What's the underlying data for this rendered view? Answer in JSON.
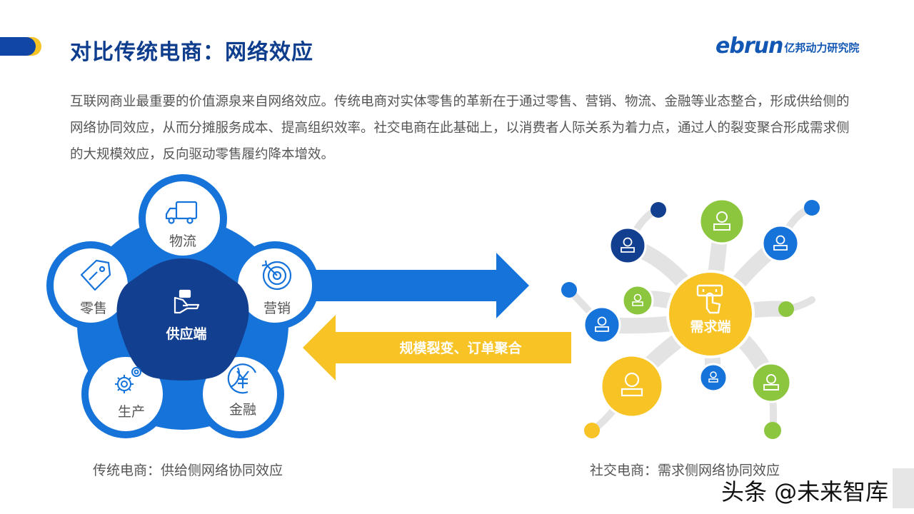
{
  "header": {
    "title": "对比传统电商：网络效应",
    "brand_logo": "ebrun",
    "brand_name": "亿邦动力研究院"
  },
  "intro_text": "互联网商业最重要的价值源泉来自网络效应。传统电商对实体零售的革新在于通过零售、营销、物流、金融等业态整合，形成供给侧的网络协同效应，从而分摊服务成本、提高组织效率。社交电商在此基础上，以消费者人际关系为着力点，通过人的裂变聚合形成需求侧的大规模效应，反向驱动零售履约降本增效。",
  "supply": {
    "center_label": "供应端",
    "nodes": {
      "logistics": "物流",
      "marketing": "营销",
      "finance": "金融",
      "production": "生产",
      "retail": "零售"
    },
    "caption": "传统电商：供给侧网络协同效应"
  },
  "arrows": {
    "back_label": "规模裂变、订单聚合"
  },
  "demand": {
    "center_label": "需求端",
    "caption": "社交电商：需求侧网络协同效应"
  },
  "watermark": "头条 @未来智库",
  "colors": {
    "navy": "#123f8f",
    "blue": "#1673d9",
    "green": "#8cc63f",
    "yellow": "#f7c325",
    "gray": "#e3e3e3"
  }
}
